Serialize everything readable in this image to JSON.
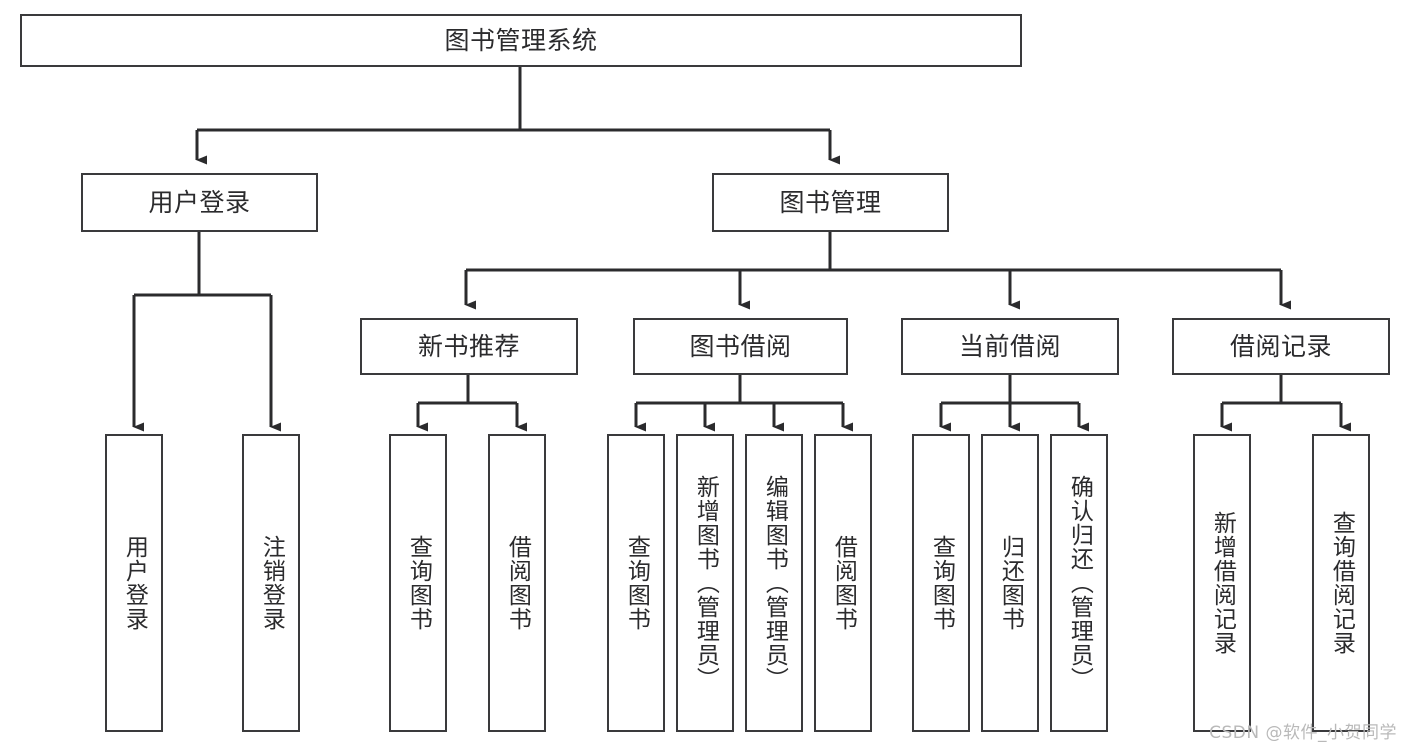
{
  "diagram": {
    "type": "tree-structure-chart",
    "title": "图书管理系统",
    "stroke_color": "#3a3a3c",
    "text_color": "#2b2b2d",
    "background_color": "#ffffff",
    "root": {
      "id": "root",
      "label": "图书管理系统",
      "orientation": "horizontal"
    },
    "level2": [
      {
        "id": "user-login",
        "label": "用户登录",
        "orientation": "horizontal"
      },
      {
        "id": "book-manage",
        "label": "图书管理",
        "orientation": "horizontal"
      }
    ],
    "level3": [
      {
        "id": "new-book-recommend",
        "label": "新书推荐",
        "orientation": "horizontal",
        "parent": "book-manage"
      },
      {
        "id": "book-borrow",
        "label": "图书借阅",
        "orientation": "horizontal",
        "parent": "book-manage"
      },
      {
        "id": "current-borrow",
        "label": "当前借阅",
        "orientation": "horizontal",
        "parent": "book-manage"
      },
      {
        "id": "borrow-record",
        "label": "借阅记录",
        "orientation": "horizontal",
        "parent": "book-manage"
      }
    ],
    "leaves": [
      {
        "id": "leaf-user-login",
        "label": "用户登录",
        "orientation": "vertical",
        "parent": "user-login"
      },
      {
        "id": "leaf-logout-login",
        "label": "注销登录",
        "orientation": "vertical",
        "parent": "user-login"
      },
      {
        "id": "leaf-query-book-1",
        "label": "查询图书",
        "orientation": "vertical",
        "parent": "new-book-recommend"
      },
      {
        "id": "leaf-borrow-book-1",
        "label": "借阅图书",
        "orientation": "vertical",
        "parent": "new-book-recommend"
      },
      {
        "id": "leaf-query-book-2",
        "label": "查询图书",
        "orientation": "vertical",
        "parent": "book-borrow"
      },
      {
        "id": "leaf-add-book-admin",
        "label": "新增图书（管理员）",
        "orientation": "vertical",
        "parent": "book-borrow"
      },
      {
        "id": "leaf-edit-book-admin",
        "label": "编辑图书（管理员）",
        "orientation": "vertical",
        "parent": "book-borrow"
      },
      {
        "id": "leaf-borrow-book-2",
        "label": "借阅图书",
        "orientation": "vertical",
        "parent": "book-borrow"
      },
      {
        "id": "leaf-query-book-3",
        "label": "查询图书",
        "orientation": "vertical",
        "parent": "current-borrow"
      },
      {
        "id": "leaf-return-book",
        "label": "归还图书",
        "orientation": "vertical",
        "parent": "current-borrow"
      },
      {
        "id": "leaf-confirm-return-admin",
        "label": "确认归还（管理员）",
        "orientation": "vertical",
        "parent": "current-borrow"
      },
      {
        "id": "leaf-add-borrow-record",
        "label": "新增借阅记录",
        "orientation": "vertical",
        "parent": "borrow-record"
      },
      {
        "id": "leaf-query-borrow-record",
        "label": "查询借阅记录",
        "orientation": "vertical",
        "parent": "borrow-record"
      }
    ]
  },
  "watermark": {
    "text": "CSDN @软件_小贺同学"
  }
}
